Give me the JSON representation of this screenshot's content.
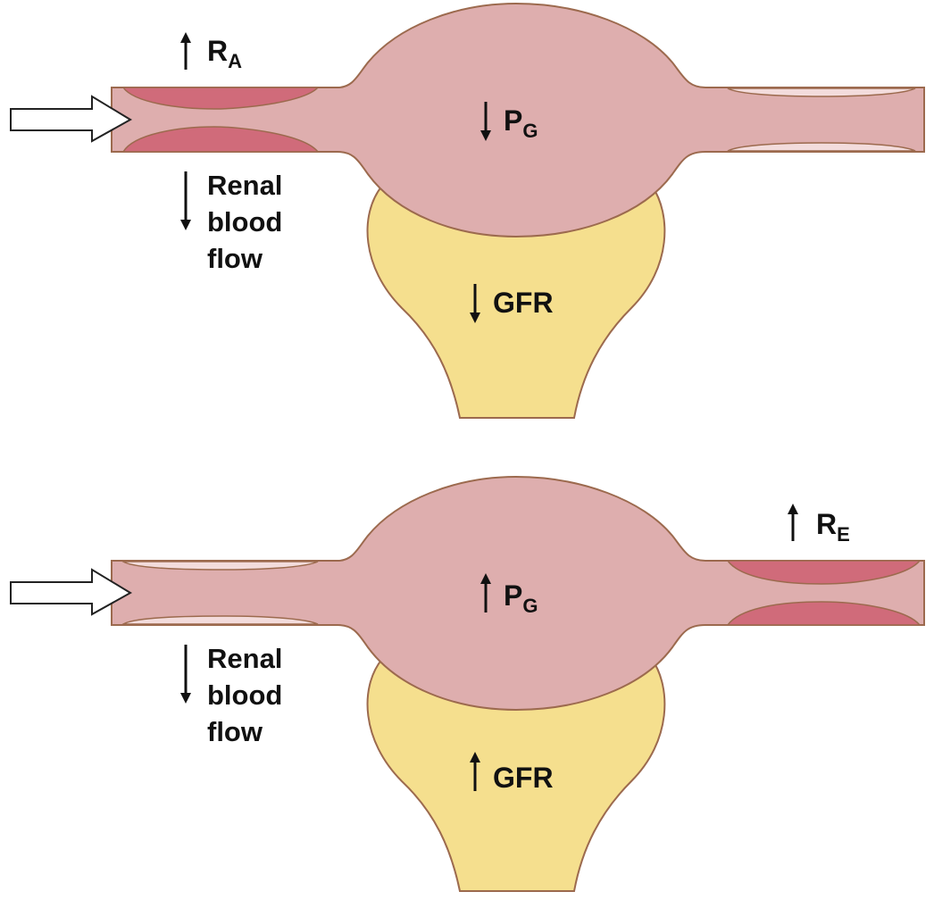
{
  "colors": {
    "vessel": "#deaeae",
    "vessel_stroke": "#9c6a4e",
    "constricted": "#d06b7a",
    "relaxed": "#f3dcdc",
    "bowman": "#f5df8e",
    "arrow_fill": "#ffffff"
  },
  "panels": [
    {
      "change": "afferent-constriction",
      "flow_label": [
        "Renal",
        "blood",
        "flow"
      ],
      "flow_direction": "down",
      "resistance": {
        "symbol": "R",
        "subscript": "A",
        "direction": "up"
      },
      "pressure": {
        "symbol": "P",
        "subscript": "G",
        "direction": "down"
      },
      "gfr": {
        "label": "GFR",
        "direction": "down"
      }
    },
    {
      "change": "efferent-constriction",
      "flow_label": [
        "Renal",
        "blood",
        "flow"
      ],
      "flow_direction": "down",
      "resistance": {
        "symbol": "R",
        "subscript": "E",
        "direction": "up"
      },
      "pressure": {
        "symbol": "P",
        "subscript": "G",
        "direction": "up"
      },
      "gfr": {
        "label": "GFR",
        "direction": "up"
      }
    }
  ]
}
